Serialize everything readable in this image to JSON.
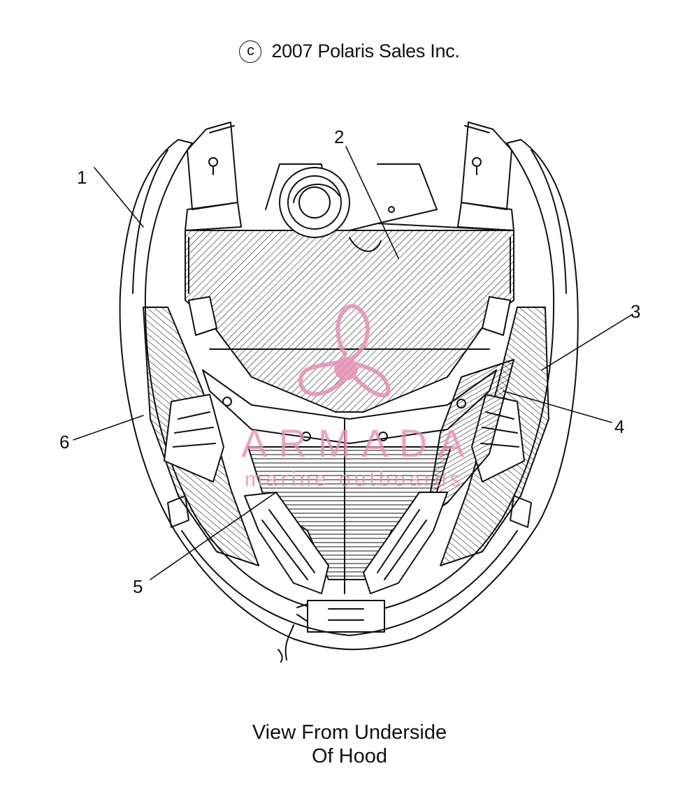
{
  "copyright": {
    "symbol": "c",
    "text": "2007 Polaris Sales Inc."
  },
  "callouts": [
    "1",
    "2",
    "3",
    "4",
    "5",
    "6"
  ],
  "caption": {
    "line1": "View From Underside",
    "line2": "Of Hood"
  },
  "watermark": {
    "brand": "ARMADA",
    "tagline": "marine outboards",
    "color": "#e58fb3"
  },
  "colors": {
    "line": "#111111",
    "background": "#ffffff"
  }
}
